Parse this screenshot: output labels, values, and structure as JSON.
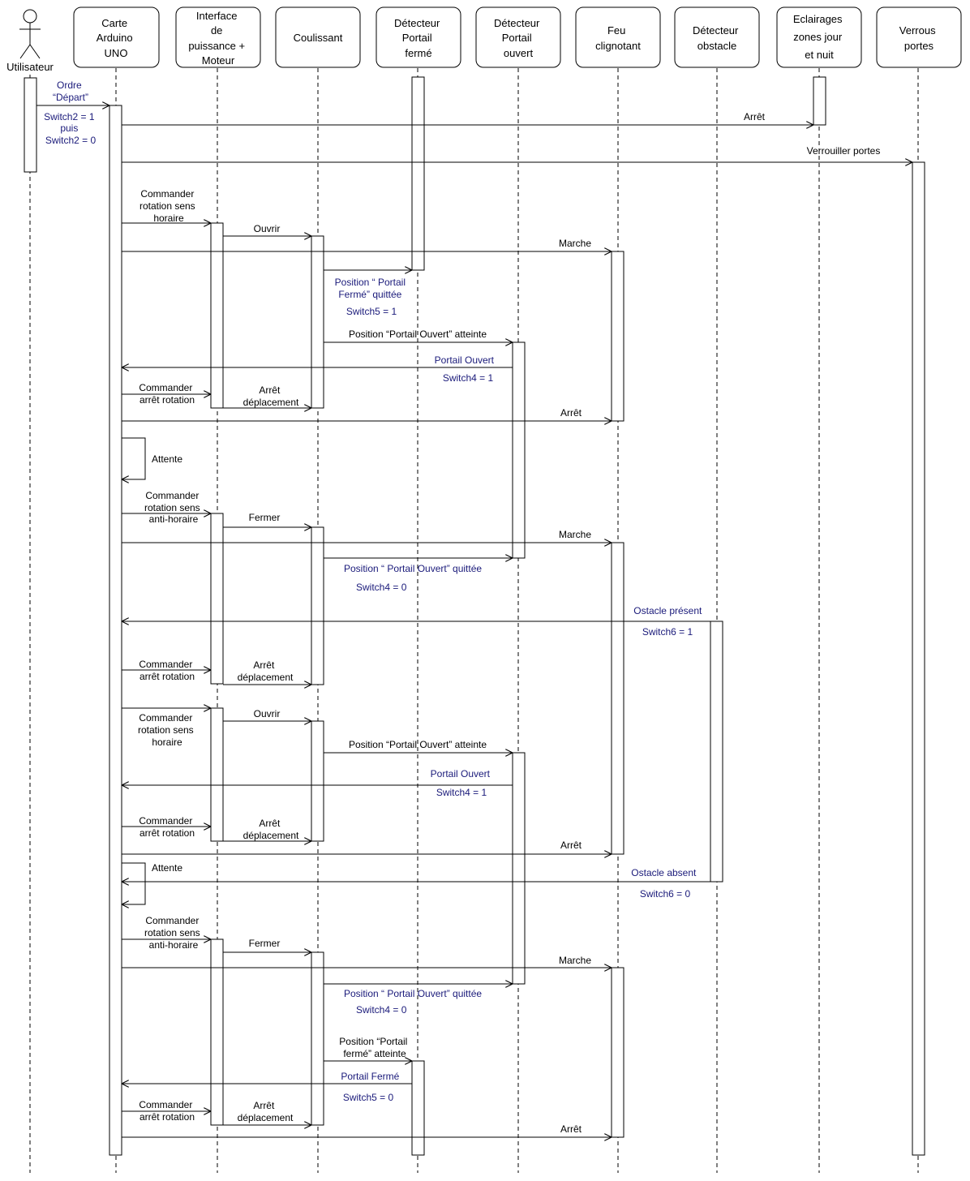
{
  "actor": {
    "name": "Utilisateur"
  },
  "participants": [
    {
      "id": "arduino",
      "lines": [
        "Carte",
        "Arduino",
        "UNO"
      ]
    },
    {
      "id": "interface",
      "lines": [
        "Interface",
        "de",
        "puissance +",
        "Moteur"
      ]
    },
    {
      "id": "coulissant",
      "lines": [
        "Coulissant"
      ]
    },
    {
      "id": "det-ferme",
      "lines": [
        "Détecteur",
        "Portail",
        "fermé"
      ]
    },
    {
      "id": "det-ouvert",
      "lines": [
        "Détecteur",
        "Portail",
        "ouvert"
      ]
    },
    {
      "id": "feu",
      "lines": [
        "Feu",
        "clignotant"
      ]
    },
    {
      "id": "det-obstacle",
      "lines": [
        "Détecteur",
        "obstacle"
      ]
    },
    {
      "id": "eclairages",
      "lines": [
        "Eclairages",
        "zones jour",
        "et nuit"
      ]
    },
    {
      "id": "verrous",
      "lines": [
        "Verrous",
        "portes"
      ]
    }
  ],
  "messages": [
    {
      "lines": [
        "Ordre",
        "“Départ”"
      ],
      "notes": [
        "Switch2 = 1",
        "puis",
        "Switch2 = 0"
      ]
    },
    {
      "lines": [
        "Arrêt"
      ]
    },
    {
      "lines": [
        "Verrouiller portes"
      ]
    },
    {
      "lines": [
        "Commander",
        "rotation sens",
        "horaire"
      ]
    },
    {
      "lines": [
        "Ouvrir"
      ]
    },
    {
      "lines": [
        "Marche"
      ]
    },
    {
      "lines": [],
      "notes": [
        "Position “ Portail",
        "Fermé” quittée",
        "Switch5 = 1"
      ]
    },
    {
      "lines": [
        "Position “Portail Ouvert” atteinte"
      ]
    },
    {
      "lines": [],
      "notes": [
        "Portail Ouvert",
        "Switch4 = 1"
      ]
    },
    {
      "lines": [
        "Commander",
        "arrêt rotation"
      ]
    },
    {
      "lines": [
        "Arrêt",
        "déplacement"
      ]
    },
    {
      "lines": [
        "Arrêt"
      ]
    },
    {
      "lines": [
        "Attente"
      ]
    },
    {
      "lines": [
        "Commander",
        "rotation sens",
        "anti-horaire"
      ]
    },
    {
      "lines": [
        "Fermer"
      ]
    },
    {
      "lines": [
        "Marche"
      ]
    },
    {
      "lines": [],
      "notes": [
        "Position “ Portail Ouvert” quittée",
        "Switch4 = 0"
      ]
    },
    {
      "lines": [],
      "notes": [
        "Ostacle présent",
        "Switch6 = 1"
      ]
    },
    {
      "lines": [
        "Commander",
        "arrêt rotation"
      ]
    },
    {
      "lines": [
        "Arrêt",
        "déplacement"
      ]
    },
    {
      "lines": [
        "Commander",
        "rotation sens",
        "horaire"
      ]
    },
    {
      "lines": [
        "Ouvrir"
      ]
    },
    {
      "lines": [
        "Position “Portail Ouvert” atteinte"
      ]
    },
    {
      "lines": [],
      "notes": [
        "Portail Ouvert",
        "Switch4 = 1"
      ]
    },
    {
      "lines": [
        "Commander",
        "arrêt rotation"
      ]
    },
    {
      "lines": [
        "Arrêt",
        "déplacement"
      ]
    },
    {
      "lines": [
        "Arrêt"
      ]
    },
    {
      "lines": [
        "Attente"
      ]
    },
    {
      "lines": [],
      "notes": [
        "Ostacle absent",
        "Switch6 =  0"
      ]
    },
    {
      "lines": [
        "Commander",
        "rotation sens",
        "anti-horaire"
      ]
    },
    {
      "lines": [
        "Fermer"
      ]
    },
    {
      "lines": [
        "Marche"
      ]
    },
    {
      "lines": [],
      "notes": [
        "Position “ Portail Ouvert” quittée",
        "Switch4 = 0"
      ]
    },
    {
      "lines": [
        "Position “Portail",
        "fermé” atteinte"
      ]
    },
    {
      "lines": [],
      "notes": [
        "Portail Fermé",
        "Switch5 = 0"
      ]
    },
    {
      "lines": [
        "Commander",
        "arrêt rotation"
      ]
    },
    {
      "lines": [
        "Arrêt",
        "déplacement"
      ]
    },
    {
      "lines": [
        "Arrêt"
      ]
    }
  ]
}
